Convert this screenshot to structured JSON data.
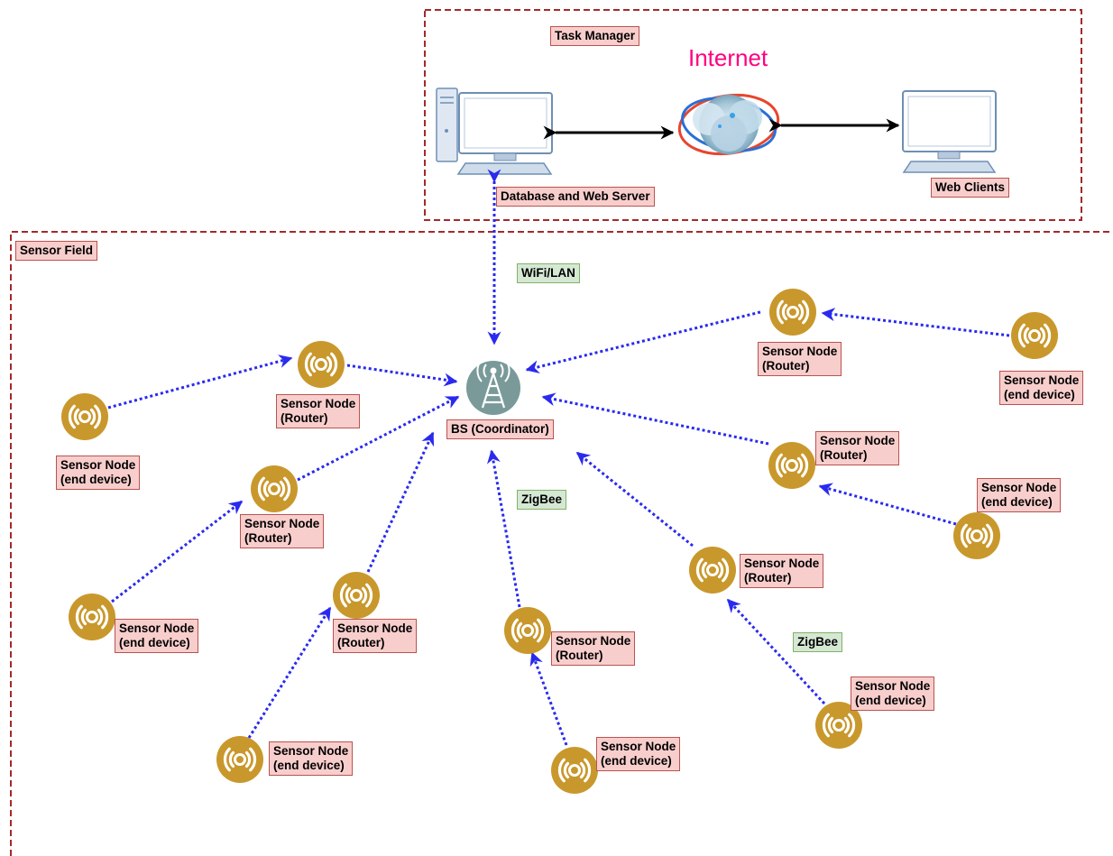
{
  "title": "Internet",
  "labels": {
    "task_manager": "Task Manager",
    "db_server": "Database and Web Server",
    "web_clients": "Web Clients",
    "sensor_field": "Sensor Field",
    "wifi": "WiFi/LAN",
    "zigbee_1": "ZigBee",
    "zigbee_2": "ZigBee",
    "bs": "BS (Coordinator)"
  },
  "nodes": [
    {
      "line1": "Sensor Node",
      "line2": "(Router)"
    },
    {
      "line1": "Sensor Node",
      "line2": "(end device)"
    },
    {
      "line1": "Sensor Node",
      "line2": "(Router)"
    },
    {
      "line1": "Sensor Node",
      "line2": "(end device)"
    },
    {
      "line1": "Sensor Node",
      "line2": "(Router)"
    },
    {
      "line1": "Sensor Node",
      "line2": "(end device)"
    },
    {
      "line1": "Sensor Node",
      "line2": "(Router)"
    },
    {
      "line1": "Sensor Node",
      "line2": "(end device)"
    },
    {
      "line1": "Sensor Node",
      "line2": "(Router)"
    },
    {
      "line1": "Sensor Node",
      "line2": "(end device)"
    },
    {
      "line1": "Sensor Node",
      "line2": "(Router)"
    },
    {
      "line1": "Sensor Node",
      "line2": "(end device)"
    },
    {
      "line1": "Sensor Node",
      "line2": "(Router)"
    },
    {
      "line1": "Sensor Node",
      "line2": "(end device)"
    }
  ],
  "colors": {
    "frame": "#a32a2a",
    "arrow_dotted": "#2a2aee",
    "arrow_solid": "#000000",
    "sensor_fill": "#c9982c",
    "bs_fill": "#7a9a9a",
    "title": "#ff0080",
    "label_red_bg": "#f8cecc",
    "label_green_bg": "#d5e8d4"
  },
  "icons": [
    "computer-icon",
    "cloud-globe-icon",
    "antenna-tower-icon",
    "sensor-icon"
  ]
}
